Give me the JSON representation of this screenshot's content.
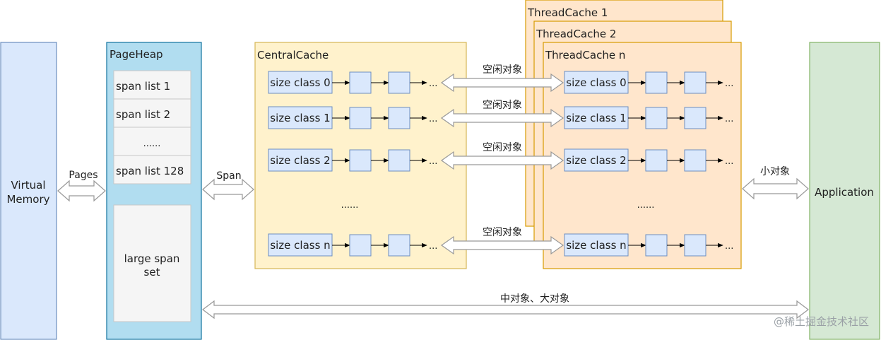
{
  "virtual_memory": {
    "label_line1": "Virtual",
    "label_line2": "Memory"
  },
  "pageheap": {
    "title": "PageHeap",
    "span_lists": [
      "span list 1",
      "span list 2",
      "......",
      "span list 128"
    ],
    "large_line1": "large span",
    "large_line2": "set"
  },
  "arrows": {
    "pages": "Pages",
    "span": "Span",
    "small_objects": "小对象",
    "medium_large": "中对象、大对象",
    "free_objects": [
      "空闲对象",
      "空闲对象",
      "空闲对象",
      "空闲对象"
    ]
  },
  "central_cache": {
    "title": "CentralCache",
    "size_classes": [
      "size class 0",
      "size class 1",
      "size class 2",
      "size class n"
    ],
    "ellipsis": "......",
    "trailing": "..."
  },
  "thread_caches": {
    "titles": [
      "ThreadCache 1",
      "ThreadCache 2",
      "ThreadCache n"
    ],
    "size_classes": [
      "size class 0",
      "size class 1",
      "size class 2",
      "size class n"
    ],
    "ellipsis": "......",
    "trailing": "..."
  },
  "application": {
    "label": "Application"
  },
  "watermark": "@稀土掘金技术社区",
  "colors": {
    "blue_fill": "#dae8fc",
    "blue_stroke": "#6c8ebf",
    "pageheap_fill": "#b1ddf0",
    "pageheap_stroke": "#10739e",
    "yellow_fill": "#fff2cc",
    "yellow_stroke": "#d6b656",
    "orange_fill": "#ffe6cc",
    "orange_stroke": "#d79b00",
    "green_fill": "#d5e8d4",
    "green_stroke": "#82b366",
    "gray_fill": "#f5f5f5",
    "gray_stroke": "#c8c8c8"
  }
}
